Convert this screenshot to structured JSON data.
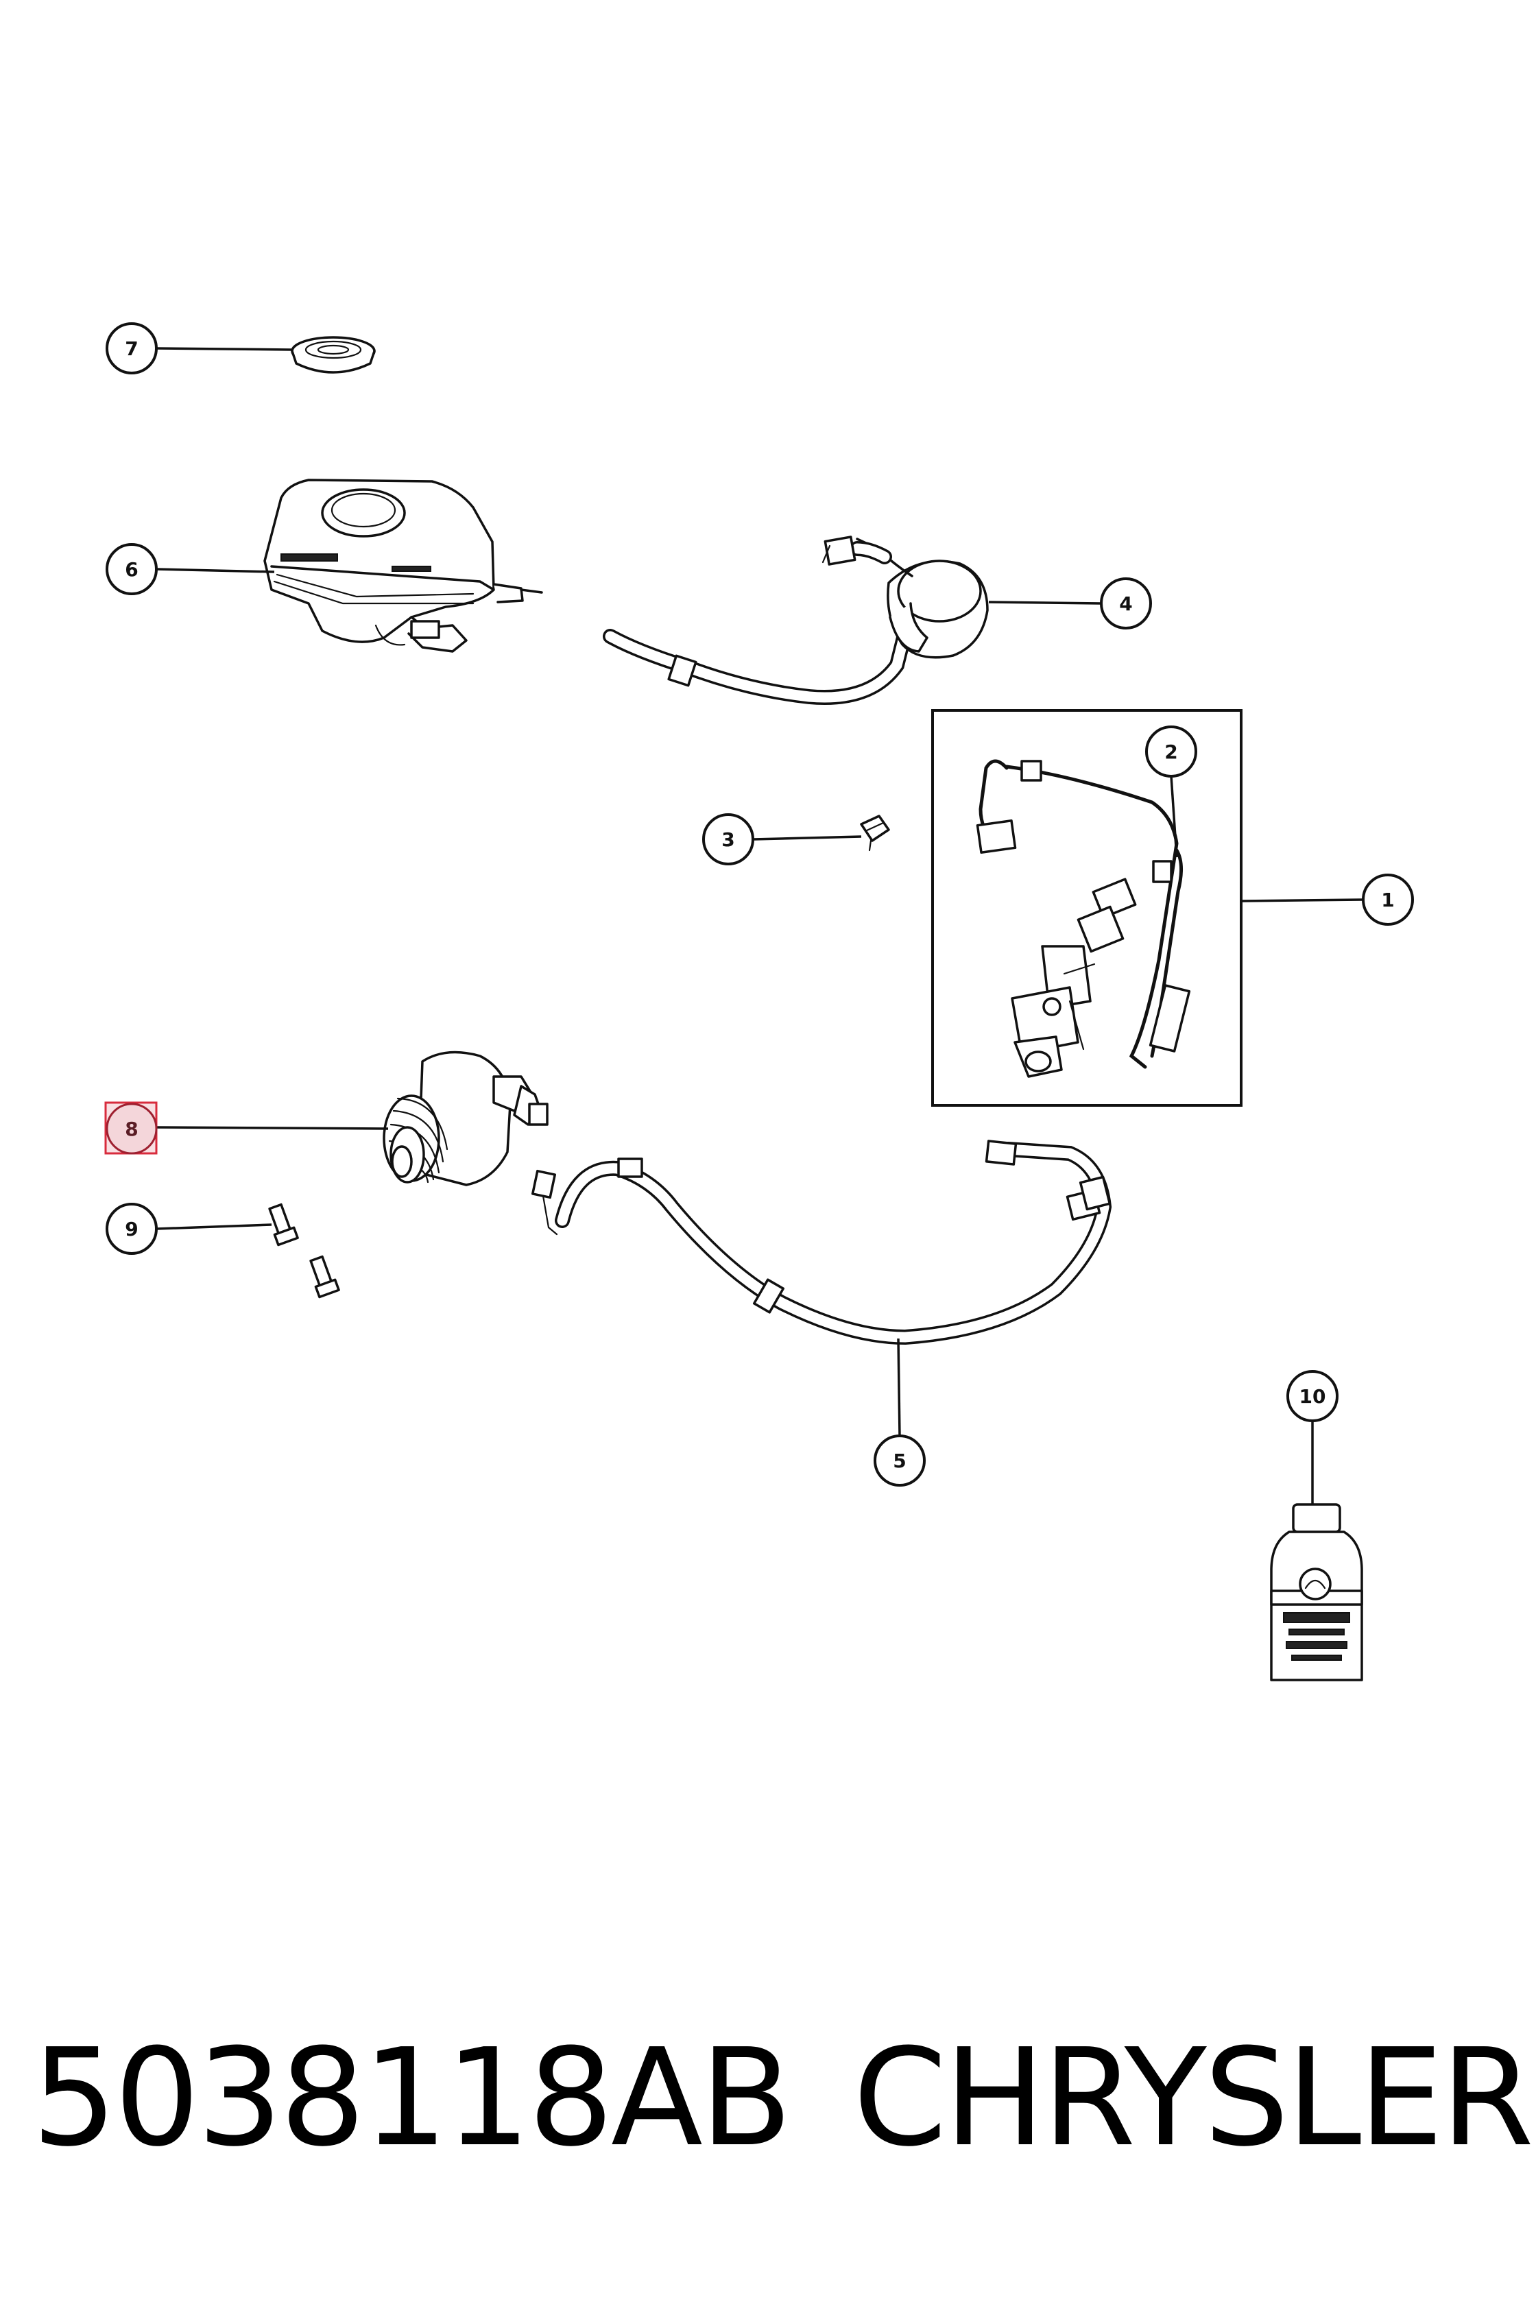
{
  "callouts": {
    "c1": "1",
    "c2": "2",
    "c3": "3",
    "c4": "4",
    "c5": "5",
    "c6": "6",
    "c7": "7",
    "c8": "8",
    "c9": "9",
    "c10": "10"
  },
  "highlighted_callout": "8",
  "footer": {
    "part_number": "5038118AB",
    "brand": "CHRYSLER"
  }
}
